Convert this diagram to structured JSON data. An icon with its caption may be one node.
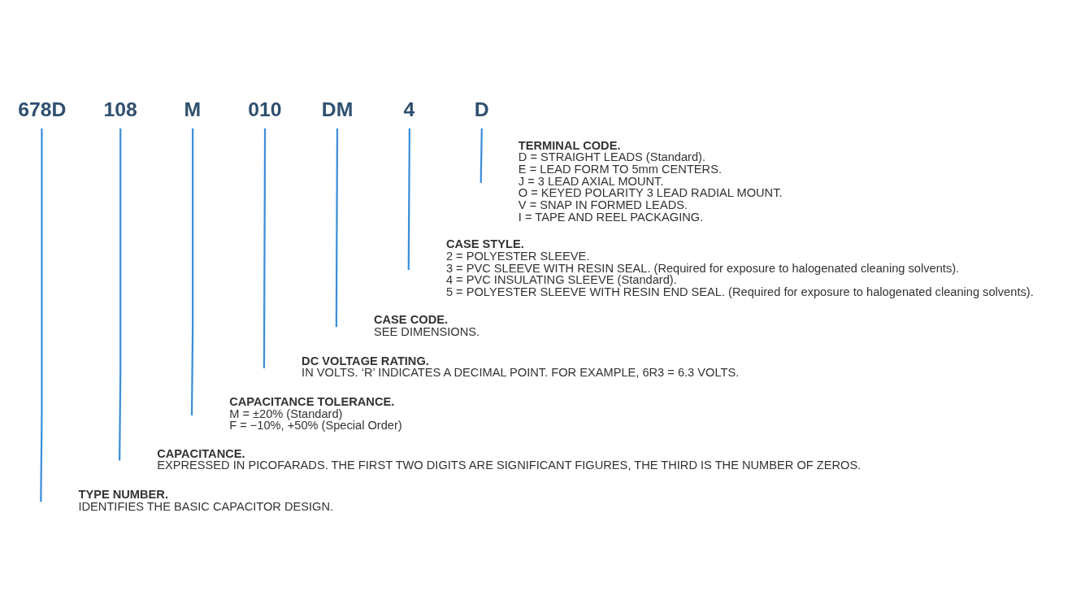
{
  "diagram": {
    "nodes": [
      {
        "text": [
          "678D"
        ]
      },
      {
        "text": [
          "108"
        ]
      },
      {
        "text": [
          "M"
        ]
      },
      {
        "text": [
          "010"
        ]
      },
      {
        "text": [
          "DM"
        ]
      },
      {
        "text": [
          "4"
        ]
      },
      {
        "text": [
          "D"
        ]
      },
      {
        "text": [
          "TERMINAL CODE.",
          "D = STRAIGHT LEADS (Standard).",
          "E = LEAD FORM TO 5mm CENTERS.",
          "J = 3 LEAD AXIAL MOUNT.",
          "O = KEYED POLARITY 3 LEAD RADIAL MOUNT.",
          "V = SNAP IN FORMED LEADS.",
          "I = TAPE AND REEL PACKAGING."
        ]
      },
      {
        "text": [
          "CASE STYLE.",
          "2 = POLYESTER SLEEVE.",
          "3 = PVC SLEEVE WITH RESIN SEAL. (Required for exposure to halogenated cleaning solvents).",
          "4 = PVC INSULATING SLEEVE (Standard).",
          "5 = POLYESTER SLEEVE WITH RESIN END SEAL. (Required for exposure to halogenated cleaning solvents)."
        ]
      },
      {
        "text": [
          "CASE CODE.",
          "SEE DIMENSIONS."
        ]
      },
      {
        "text": [
          "DC VOLTAGE RATING.",
          "IN VOLTS. ‘R’ INDICATES A DECIMAL POINT. FOR EXAMPLE, 6R3 = 6.3 VOLTS."
        ]
      },
      {
        "text": [
          "CAPACITANCE TOLERANCE.",
          "M = ±20% (Standard)",
          "F = −10%, +50% (Special Order)"
        ]
      },
      {
        "text": [
          "CAPACITANCE.",
          "EXPRESSED IN PICOFARADS. THE FIRST TWO DIGITS ARE SIGNIFICANT FIGURES, THE THIRD IS THE NUMBER OF ZEROS."
        ]
      },
      {
        "text": [
          "TYPE NUMBER.",
          "IDENTIFIES THE BASIC CAPACITOR DESIGN."
        ]
      }
    ],
    "edges": [
      {
        "from": 6,
        "to": 7,
        "arrow": "none"
      },
      {
        "from": 5,
        "to": 8,
        "arrow": "none"
      },
      {
        "from": 4,
        "to": 9,
        "arrow": "none"
      },
      {
        "from": 3,
        "to": 10,
        "arrow": "none"
      },
      {
        "from": 2,
        "to": 11,
        "arrow": "none"
      },
      {
        "from": 1,
        "to": 12,
        "arrow": "none"
      },
      {
        "from": 0,
        "to": 13,
        "arrow": "none"
      }
    ]
  }
}
